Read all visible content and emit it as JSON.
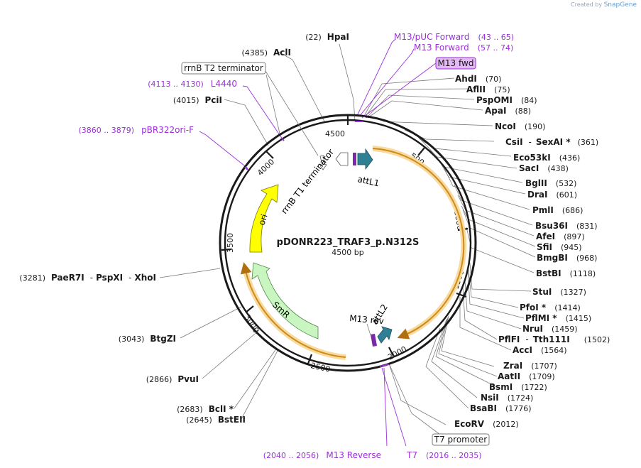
{
  "credit": {
    "prefix": "Created by",
    "brand": "SnapGene"
  },
  "plasmid": {
    "name": "pDONR223_TRAF3_p.N312S",
    "length": "4500 bp"
  },
  "ticks": [
    "500",
    "1000",
    "1500",
    "2000",
    "2500",
    "3000",
    "3500",
    "4000",
    "4500"
  ],
  "features": {
    "attL1": "attL1",
    "attL2": "attL2",
    "m13rev": "M13 rev",
    "rrnbT1": "rrnB T1 terminator",
    "ori": "ori",
    "smr": "SmR"
  },
  "right_labels": [
    {
      "name": "AhdI",
      "pos": "(70)"
    },
    {
      "name": "AflII",
      "pos": "(75)"
    },
    {
      "name": "PspOMI",
      "pos": "(84)"
    },
    {
      "name": "ApaI",
      "pos": "(88)"
    },
    {
      "name": "NcoI",
      "pos": "(190)"
    },
    {
      "name": "CsiI",
      "sep": "-",
      "name2": "SexAI *",
      "pos": "(361)"
    },
    {
      "name": "Eco53kI",
      "pos": "(436)"
    },
    {
      "name": "SacI",
      "pos": "(438)"
    },
    {
      "name": "BglII",
      "pos": "(532)"
    },
    {
      "name": "DraI",
      "pos": "(601)"
    },
    {
      "name": "PmlI",
      "pos": "(686)"
    },
    {
      "name": "Bsu36I",
      "pos": "(831)"
    },
    {
      "name": "AfeI",
      "pos": "(897)"
    },
    {
      "name": "SfiI",
      "pos": "(945)"
    },
    {
      "name": "BmgBI",
      "pos": "(968)"
    },
    {
      "name": "BstBI",
      "pos": "(1118)"
    },
    {
      "name": "StuI",
      "pos": "(1327)"
    },
    {
      "name": "PfoI *",
      "pos": "(1414)"
    },
    {
      "name": "PflMI *",
      "pos": "(1415)"
    },
    {
      "name": "NruI",
      "pos": "(1459)"
    },
    {
      "name": "PflFI",
      "sep": "-",
      "name2": "Tth111I",
      "pos": "(1502)"
    },
    {
      "name": "AccI",
      "pos": "(1564)"
    },
    {
      "name": "ZraI",
      "pos": "(1707)"
    },
    {
      "name": "AatII",
      "pos": "(1709)"
    },
    {
      "name": "BsmI",
      "pos": "(1722)"
    },
    {
      "name": "NsiI",
      "pos": "(1724)"
    },
    {
      "name": "BsaBI",
      "pos": "(1776)"
    },
    {
      "name": "EcoRV",
      "pos": "(2012)"
    }
  ],
  "left_labels": [
    {
      "name": "HpaI",
      "pos": "(22)"
    },
    {
      "name": "AclI",
      "pos": "(4385)"
    },
    {
      "name": "PciI",
      "pos": "(4015)"
    },
    {
      "name": "PaeR7I",
      "sep": "-",
      "name2": "PspXI",
      "sep2": "-",
      "name3": "XhoI",
      "pos": "(3281)"
    },
    {
      "name": "BtgZI",
      "pos": "(3043)"
    },
    {
      "name": "PvuI",
      "pos": "(2866)"
    },
    {
      "name": "BclI *",
      "pos": "(2683)"
    },
    {
      "name": "BstEII",
      "pos": "(2645)"
    }
  ],
  "primers": {
    "m13puc": {
      "name": "M13/pUC Forward",
      "range": "(43 .. 65)"
    },
    "m13fwd": {
      "name": "M13 Forward",
      "range": "(57 .. 74)"
    },
    "m13fwd_box": "M13 fwd",
    "rrnbt2_box": "rrnB T2 terminator",
    "l4440": {
      "name": "L4440",
      "range": "(4113 .. 4130)"
    },
    "pbr322": {
      "name": "pBR322ori-F",
      "range": "(3860 .. 3879)"
    },
    "m13reverse": {
      "name": "M13 Reverse",
      "range": "(2040 .. 2056)"
    },
    "t7": {
      "name": "T7",
      "range": "(2016 .. 2035)"
    },
    "t7promoter_box": "T7 promoter"
  },
  "colors": {
    "backbone": "#1a1a1a",
    "primer": "#9b30d9",
    "orf": "#e0962a",
    "orf_glow": "#f7dba0",
    "att": "#2f7f95",
    "ori": "#ffff00",
    "smr": "#c8f5c0",
    "m13fwd_fill": "#e3b8f5"
  }
}
